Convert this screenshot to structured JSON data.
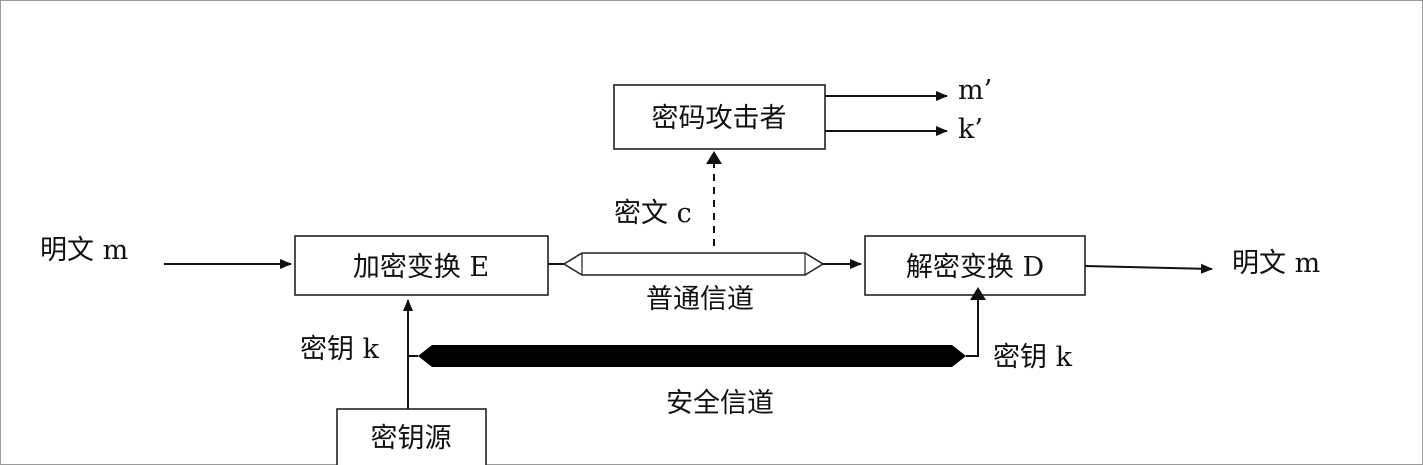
{
  "diagram": {
    "boxes": {
      "attacker": "密码攻击者",
      "encrypt": "加密变换 E",
      "decrypt": "解密变换 D",
      "key_source": "密钥源"
    },
    "labels": {
      "plaintext_in": "明文 m",
      "plaintext_out": "明文 m",
      "ciphertext": "密文 c",
      "public_channel": "普通信道",
      "secure_channel": "安全信道",
      "key_left": "密钥 k",
      "key_right": "密钥 k",
      "attacker_out_m": "m’",
      "attacker_out_k": "k’"
    }
  }
}
